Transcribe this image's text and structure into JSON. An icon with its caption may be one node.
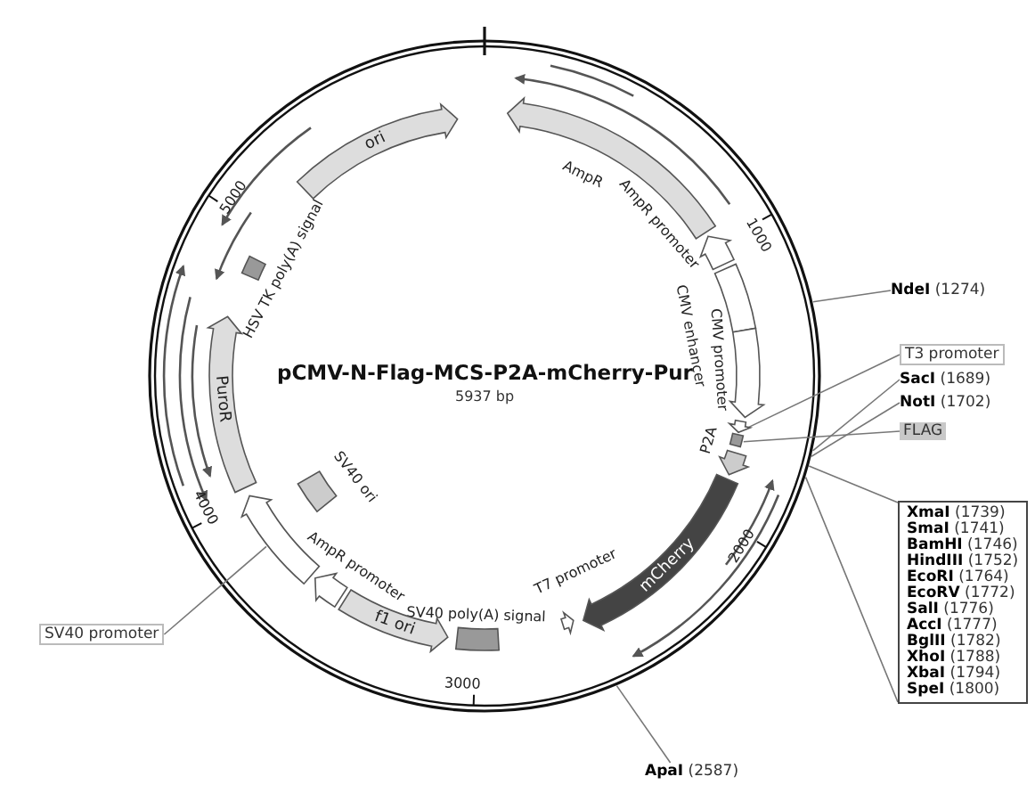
{
  "diagram": {
    "title": "pCMV-N-Flag-MCS-P2A-mCherry-Pur",
    "nodes": [
      {
        "text": [
          "ori"
        ]
      },
      {
        "text": [
          "AmpR"
        ]
      },
      {
        "text": [
          "AmpR promoter"
        ]
      },
      {
        "text": [
          "CMV enhancer"
        ]
      },
      {
        "text": [
          "CMV promoter"
        ]
      },
      {
        "text": [],
        "shape": "arrow"
      },
      {
        "text": [],
        "shape": "box"
      },
      {
        "text": [
          "P2A"
        ]
      },
      {
        "text": [
          "mCherry"
        ]
      },
      {
        "text": [
          "T7 promoter"
        ]
      },
      {
        "text": [
          "SV40 poly(A) signal"
        ]
      },
      {
        "text": [
          "f1 ori"
        ]
      },
      {
        "text": [
          "AmpR promoter"
        ]
      },
      {
        "text": [],
        "shape": "arrow"
      },
      {
        "text": [
          "PuroR"
        ]
      },
      {
        "text": [
          "HSV TK poly(A) signal"
        ]
      },
      {
        "text": [
          "SV40 ori"
        ]
      },
      {
        "text": [
          "**NdeI** (1274)"
        ]
      },
      {
        "text": [
          "T3 promoter"
        ]
      },
      {
        "text": [
          "**SacI** (1689)"
        ]
      },
      {
        "text": [
          "**NotI** (1702)"
        ]
      },
      {
        "text": [
          "FLAG"
        ]
      },
      {
        "text": [
          "**XmaI** (1739)",
          "**SmaI** (1741)",
          "**BamHI** (1746)",
          "**HindIII** (1752)",
          "**EcoRI** (1764)",
          "**EcoRV** (1772)",
          "**SalI** (1776)",
          "**AccI** (1777)",
          "**BglII** (1782)",
          "**XhoI** (1788)",
          "**XbaI** (1794)",
          "**SpeI** (1800)"
        ]
      },
      {
        "text": [
          "**ApaI** (2587)"
        ]
      },
      {
        "text": [
          "SV40 promoter"
        ]
      }
    ],
    "edges": [
      {
        "from": 17,
        "to": null,
        "arrow": "none"
      },
      {
        "from": 18,
        "to": 5,
        "arrow": "none"
      },
      {
        "from": 19,
        "to": null,
        "arrow": "none"
      },
      {
        "from": 20,
        "to": null,
        "arrow": "none"
      },
      {
        "from": 21,
        "to": 6,
        "arrow": "none"
      },
      {
        "from": 22,
        "to": null,
        "arrow": "none"
      },
      {
        "from": 23,
        "to": null,
        "arrow": "none"
      },
      {
        "from": 24,
        "to": 13,
        "arrow": "none"
      }
    ],
    "labels": [
      "5937 bp",
      "1000",
      "2000",
      "3000",
      "4000",
      "5000"
    ]
  }
}
